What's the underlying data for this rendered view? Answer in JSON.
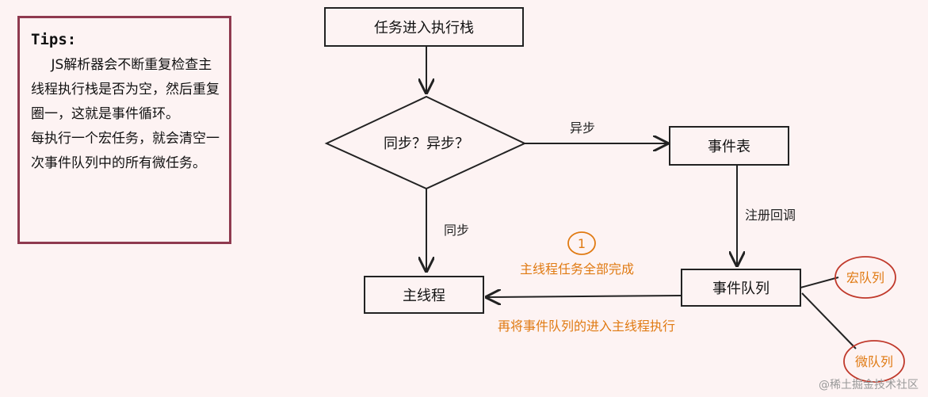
{
  "tips": {
    "title": "Tips:",
    "paragraph1": "JS解析器会不断重复检查主线程执行栈是否为空，然后重复圈一，这就是事件循环。",
    "paragraph2": "每执行一个宏任务，就会清空一次事件队列中的所有微任务。"
  },
  "nodes": {
    "enter_stack": "任务进入执行栈",
    "sync_async": "同步？异步？",
    "event_table": "事件表",
    "main_thread": "主线程",
    "event_queue": "事件队列",
    "macro_queue": "宏队列",
    "micro_queue": "微队列"
  },
  "edges": {
    "async": "异步",
    "sync": "同步",
    "register_callback": "注册回调",
    "step_number": "1",
    "main_done": "主线程任务全部完成",
    "queue_to_main": "再将事件队列的进入主线程执行"
  },
  "colors": {
    "accent": "#e07a12",
    "border": "#8f3a4f",
    "circle": "#c0392b"
  },
  "watermark": "@稀土掘金技术社区"
}
